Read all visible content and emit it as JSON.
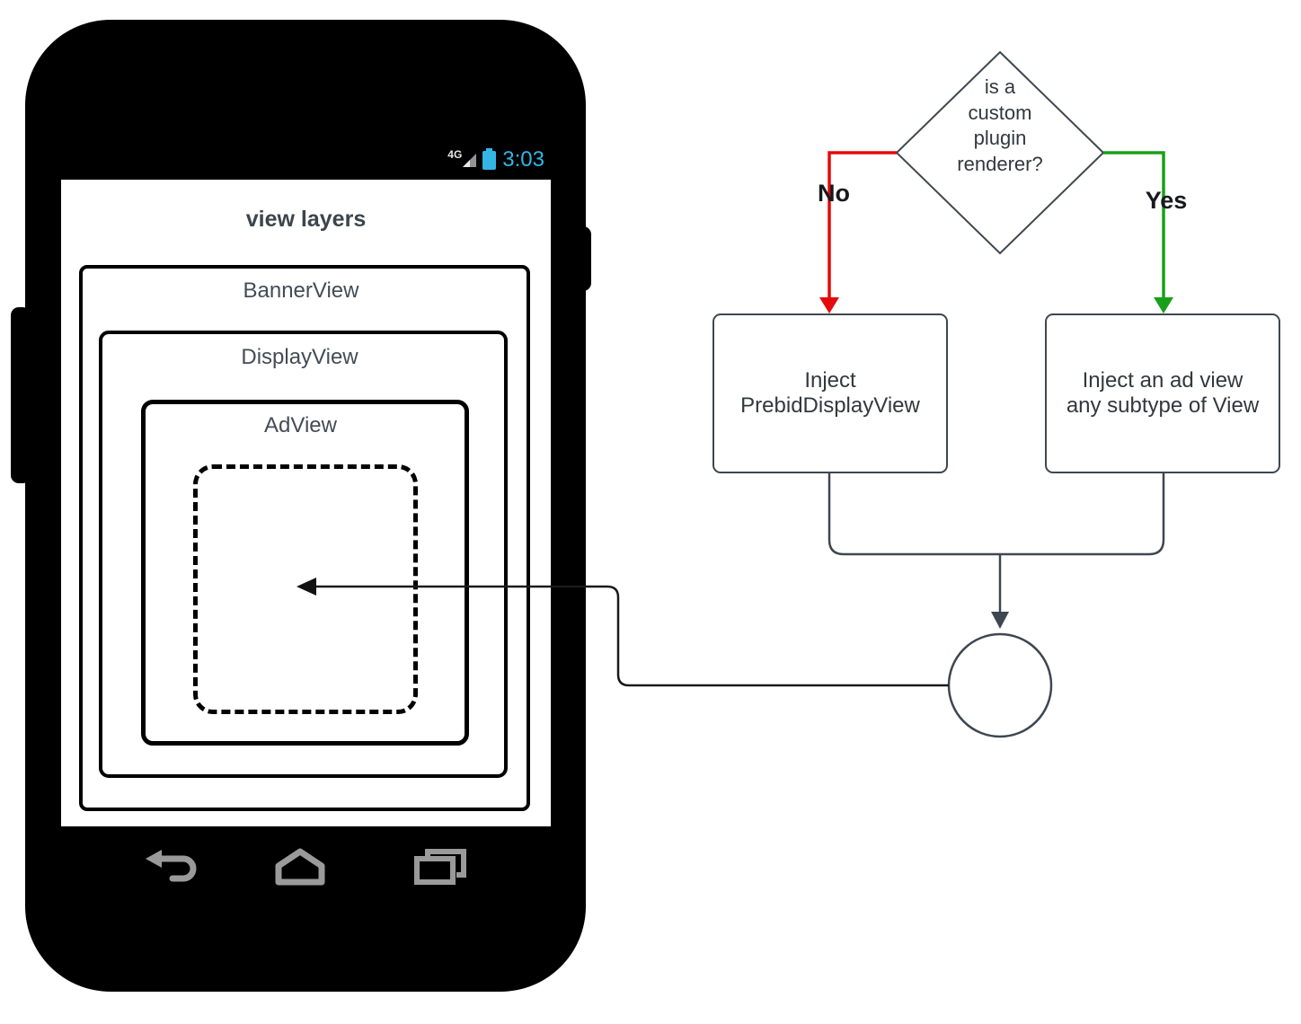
{
  "phone": {
    "status_bar": {
      "network_label": "4G",
      "time": "3:03",
      "time_color": "#33b5e5"
    },
    "screen": {
      "title": "view layers",
      "layers": [
        {
          "label": "BannerView"
        },
        {
          "label": "DisplayView"
        },
        {
          "label": "AdView"
        },
        {
          "label": ""
        }
      ]
    },
    "nav": {
      "back_icon": "back-arrow",
      "home_icon": "home",
      "recents_icon": "recent-apps"
    }
  },
  "flowchart": {
    "decision": {
      "label": "is a custom plugin renderer?"
    },
    "branches": {
      "no": {
        "label": "No",
        "color": "#e60a0a"
      },
      "yes": {
        "label": "Yes",
        "color": "#18a018"
      }
    },
    "no_box": {
      "label": "Inject PrebidDisplayView"
    },
    "yes_box": {
      "label": "Inject an ad view any subtype of View"
    },
    "connector_color": "#3e4751",
    "target_arrow_color": "#111111"
  }
}
